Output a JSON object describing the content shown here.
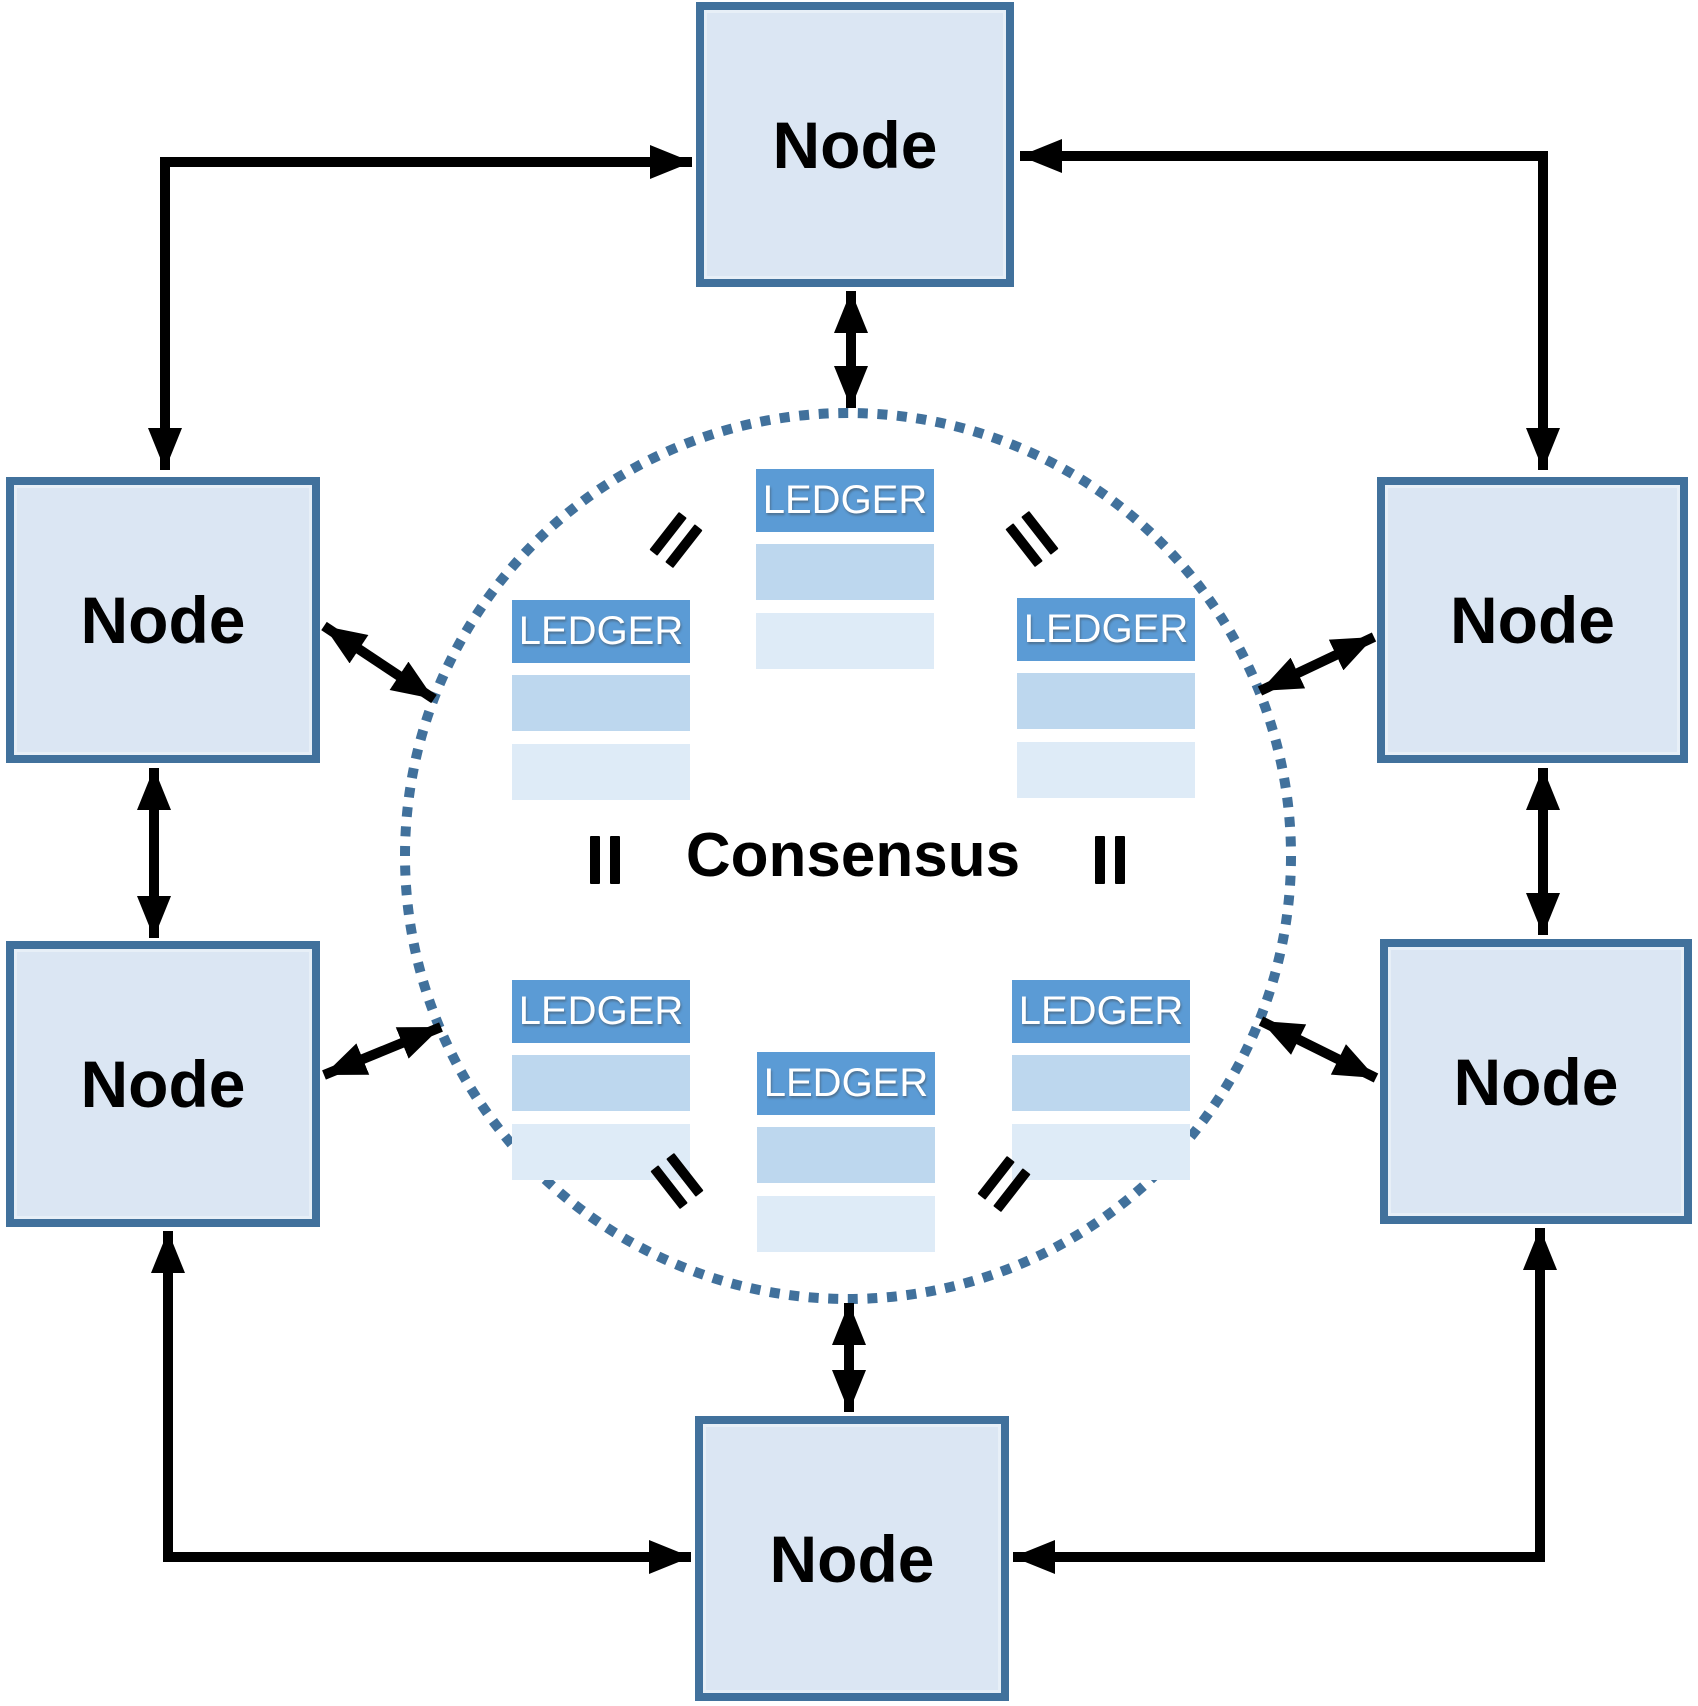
{
  "consensus_label": "Consensus",
  "nodes": [
    {
      "id": "top",
      "label": "Node"
    },
    {
      "id": "left-upper",
      "label": "Node"
    },
    {
      "id": "right-upper",
      "label": "Node"
    },
    {
      "id": "left-lower",
      "label": "Node"
    },
    {
      "id": "right-lower",
      "label": "Node"
    },
    {
      "id": "bottom",
      "label": "Node"
    }
  ],
  "ledgers": [
    {
      "id": "top",
      "header": "LEDGER"
    },
    {
      "id": "left",
      "header": "LEDGER"
    },
    {
      "id": "right",
      "header": "LEDGER"
    },
    {
      "id": "lower-left",
      "header": "LEDGER"
    },
    {
      "id": "lower-right",
      "header": "LEDGER"
    },
    {
      "id": "bottom",
      "header": "LEDGER"
    }
  ],
  "equals_marks": 6,
  "colors": {
    "node-fill": "#dbe6f3",
    "node-border": "#41719c",
    "ledger-header": "#5b9bd5",
    "ledger-row1": "#bdd7ee",
    "ledger-row2": "#deebf7",
    "circle-dot": "#41719c",
    "arrow": "#000000",
    "bg": "#ffffff",
    "text": "#000000",
    "ledger-text": "#ffffff"
  }
}
